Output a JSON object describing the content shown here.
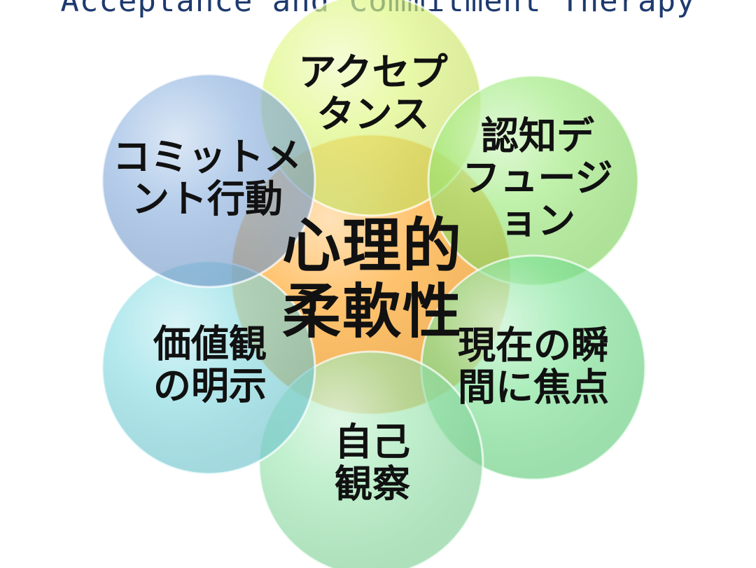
{
  "title": "Acceptance and Commitment Therapy",
  "center": {
    "lines": [
      "心理的",
      "柔軟性"
    ]
  },
  "petals": [
    {
      "id": "acceptance",
      "lines": [
        "アクセプ",
        "タンス"
      ],
      "color": "#d9f56a"
    },
    {
      "id": "defusion",
      "lines": [
        "認知デ",
        "フュージ",
        "ョン"
      ],
      "color": "#8fe66b"
    },
    {
      "id": "present-moment",
      "lines": [
        "現在の瞬",
        "間に焦点"
      ],
      "color": "#6fe08a"
    },
    {
      "id": "self-as-context",
      "lines": [
        "自己",
        "観察"
      ],
      "color": "#8fe3a6"
    },
    {
      "id": "values",
      "lines": [
        "価値観",
        "の明示"
      ],
      "color": "#7ad9e0"
    },
    {
      "id": "committed-action",
      "lines": [
        "コミットメ",
        "ント行動"
      ],
      "color": "#7fa9dc"
    }
  ],
  "colors": {
    "center_fill": "#ffb347",
    "title": "#1e3a6e"
  }
}
